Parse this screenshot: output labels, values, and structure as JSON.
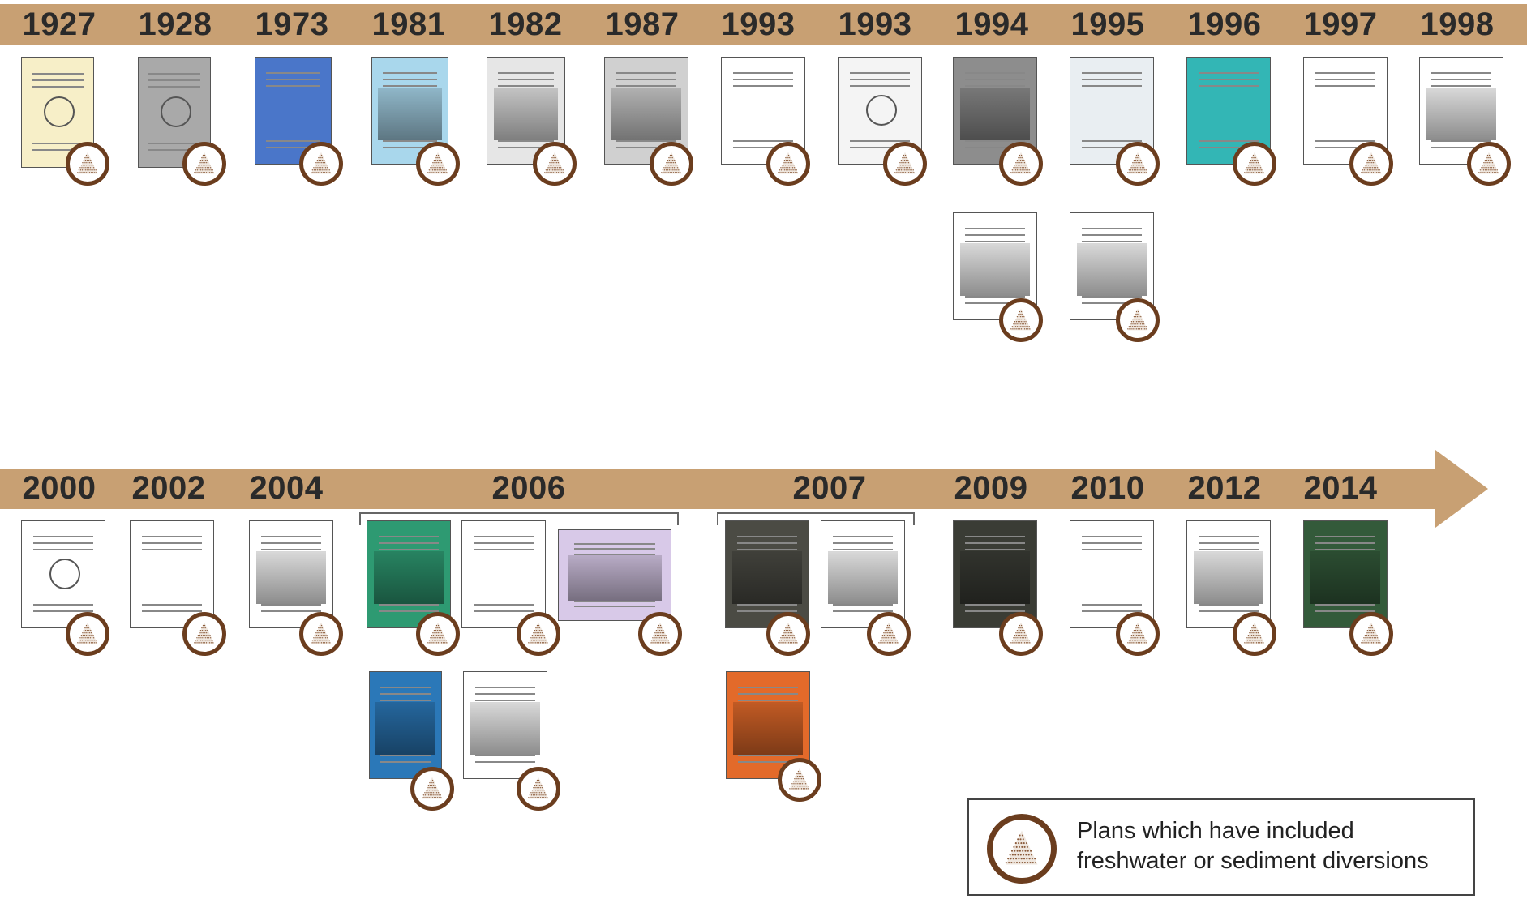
{
  "colors": {
    "band": "#c8a073",
    "badge_ring": "#6b3d1e",
    "badge_fill": "#ffffff",
    "badge_dots": "#8a5a3a"
  },
  "top_row": {
    "years": [
      "1927",
      "1928",
      "1973",
      "1981",
      "1982",
      "1987",
      "1993",
      "1993",
      "1994",
      "1995",
      "1996",
      "1997",
      "1998"
    ]
  },
  "bottom_row": {
    "years": [
      "2000",
      "2002",
      "2004",
      "2006",
      "2007",
      "2009",
      "2010",
      "2012",
      "2014"
    ]
  },
  "legend": {
    "line1": "Plans which have included",
    "line2": "freshwater or sediment diversions",
    "icon": "diversion-plan-badge-icon"
  }
}
